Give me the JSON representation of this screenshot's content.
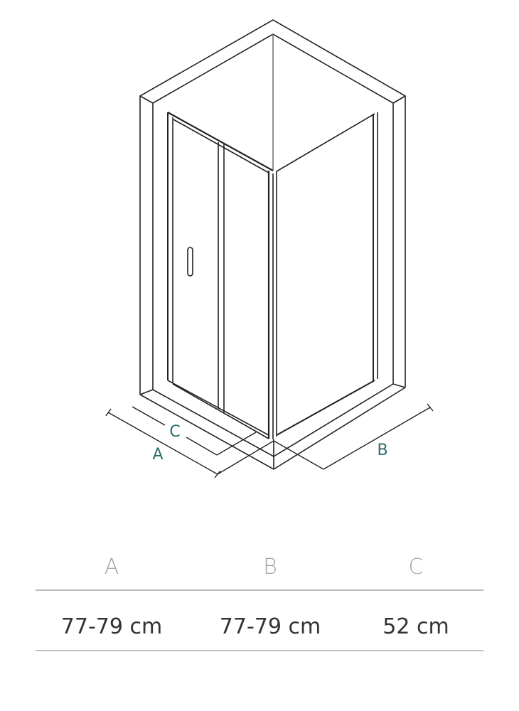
{
  "diagram": {
    "title_labels": {
      "a": "A",
      "b": "B",
      "c": "C"
    },
    "accent_color": "#2f6b6c"
  },
  "table": {
    "headers": [
      "A",
      "B",
      "C"
    ],
    "values": [
      "77-79 cm",
      "77-79 cm",
      "52 cm"
    ]
  }
}
